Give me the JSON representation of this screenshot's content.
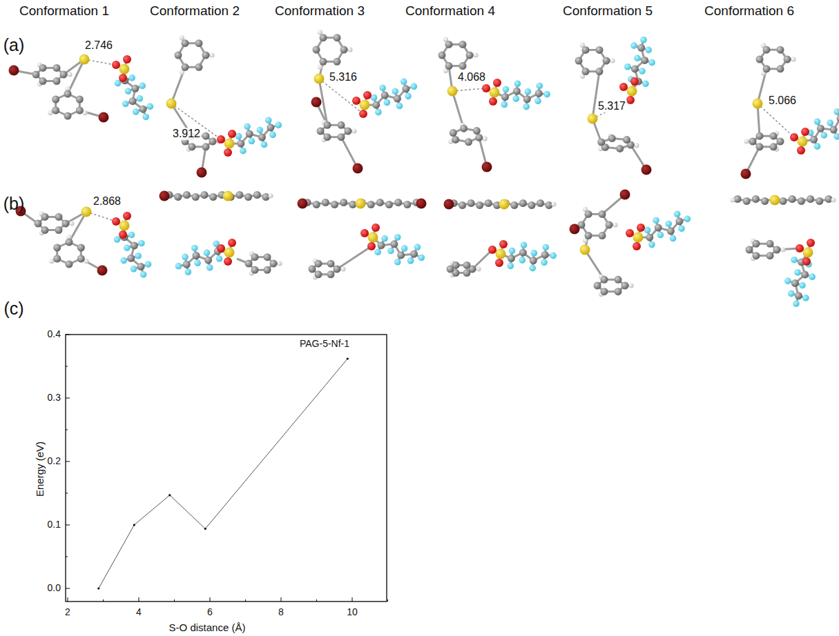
{
  "diagram": {
    "labels": [
      "Conformation 1",
      "Conformation 2",
      "Conformation 3",
      "Conformation 4",
      "Conformation 5",
      "Conformation 6",
      "(a)",
      "2.746",
      "3.912",
      "5.316",
      "4.068",
      "5.317",
      "5.066",
      "(b)",
      "2.868",
      "(c)",
      "PAG-5-Nf-1",
      "0.0",
      "0.1",
      "0.2",
      "0.3",
      "0.4",
      "2",
      "4",
      "6",
      "8",
      "10",
      "Energy (eV)",
      "S-O distance (Å)"
    ]
  }
}
